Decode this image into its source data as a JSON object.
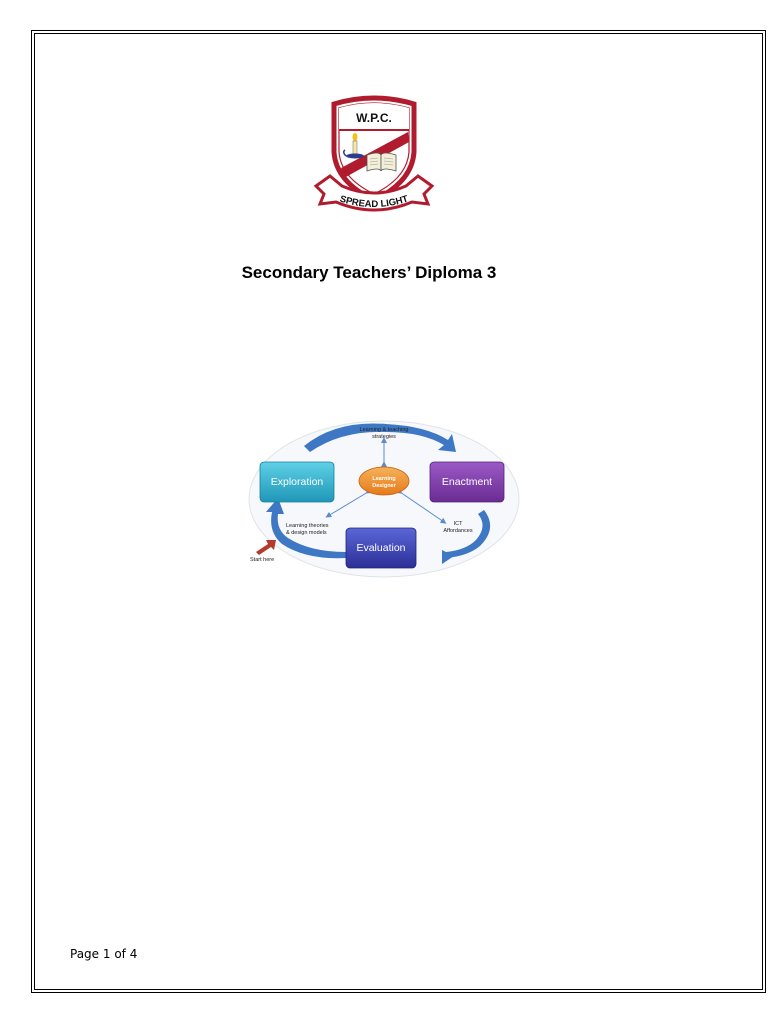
{
  "crest": {
    "banner_top": "W.P.C.",
    "motto": "SPREAD LIGHT"
  },
  "document": {
    "title": "Secondary Teachers’ Diploma 3"
  },
  "diagram": {
    "top_label_1": "Learning & teaching",
    "top_label_2": "strategies",
    "center_1": "Learning",
    "center_2": "Designer",
    "box_exploration": "Exploration",
    "box_enactment": "Enactment",
    "box_evaluation": "Evaluation",
    "theories_1": "Learning theories",
    "theories_2": "& design models",
    "ict_1": "ICT",
    "ict_2": "Affordances",
    "start": "Start here"
  },
  "footer": {
    "page_label": "Page 1 of 4"
  }
}
